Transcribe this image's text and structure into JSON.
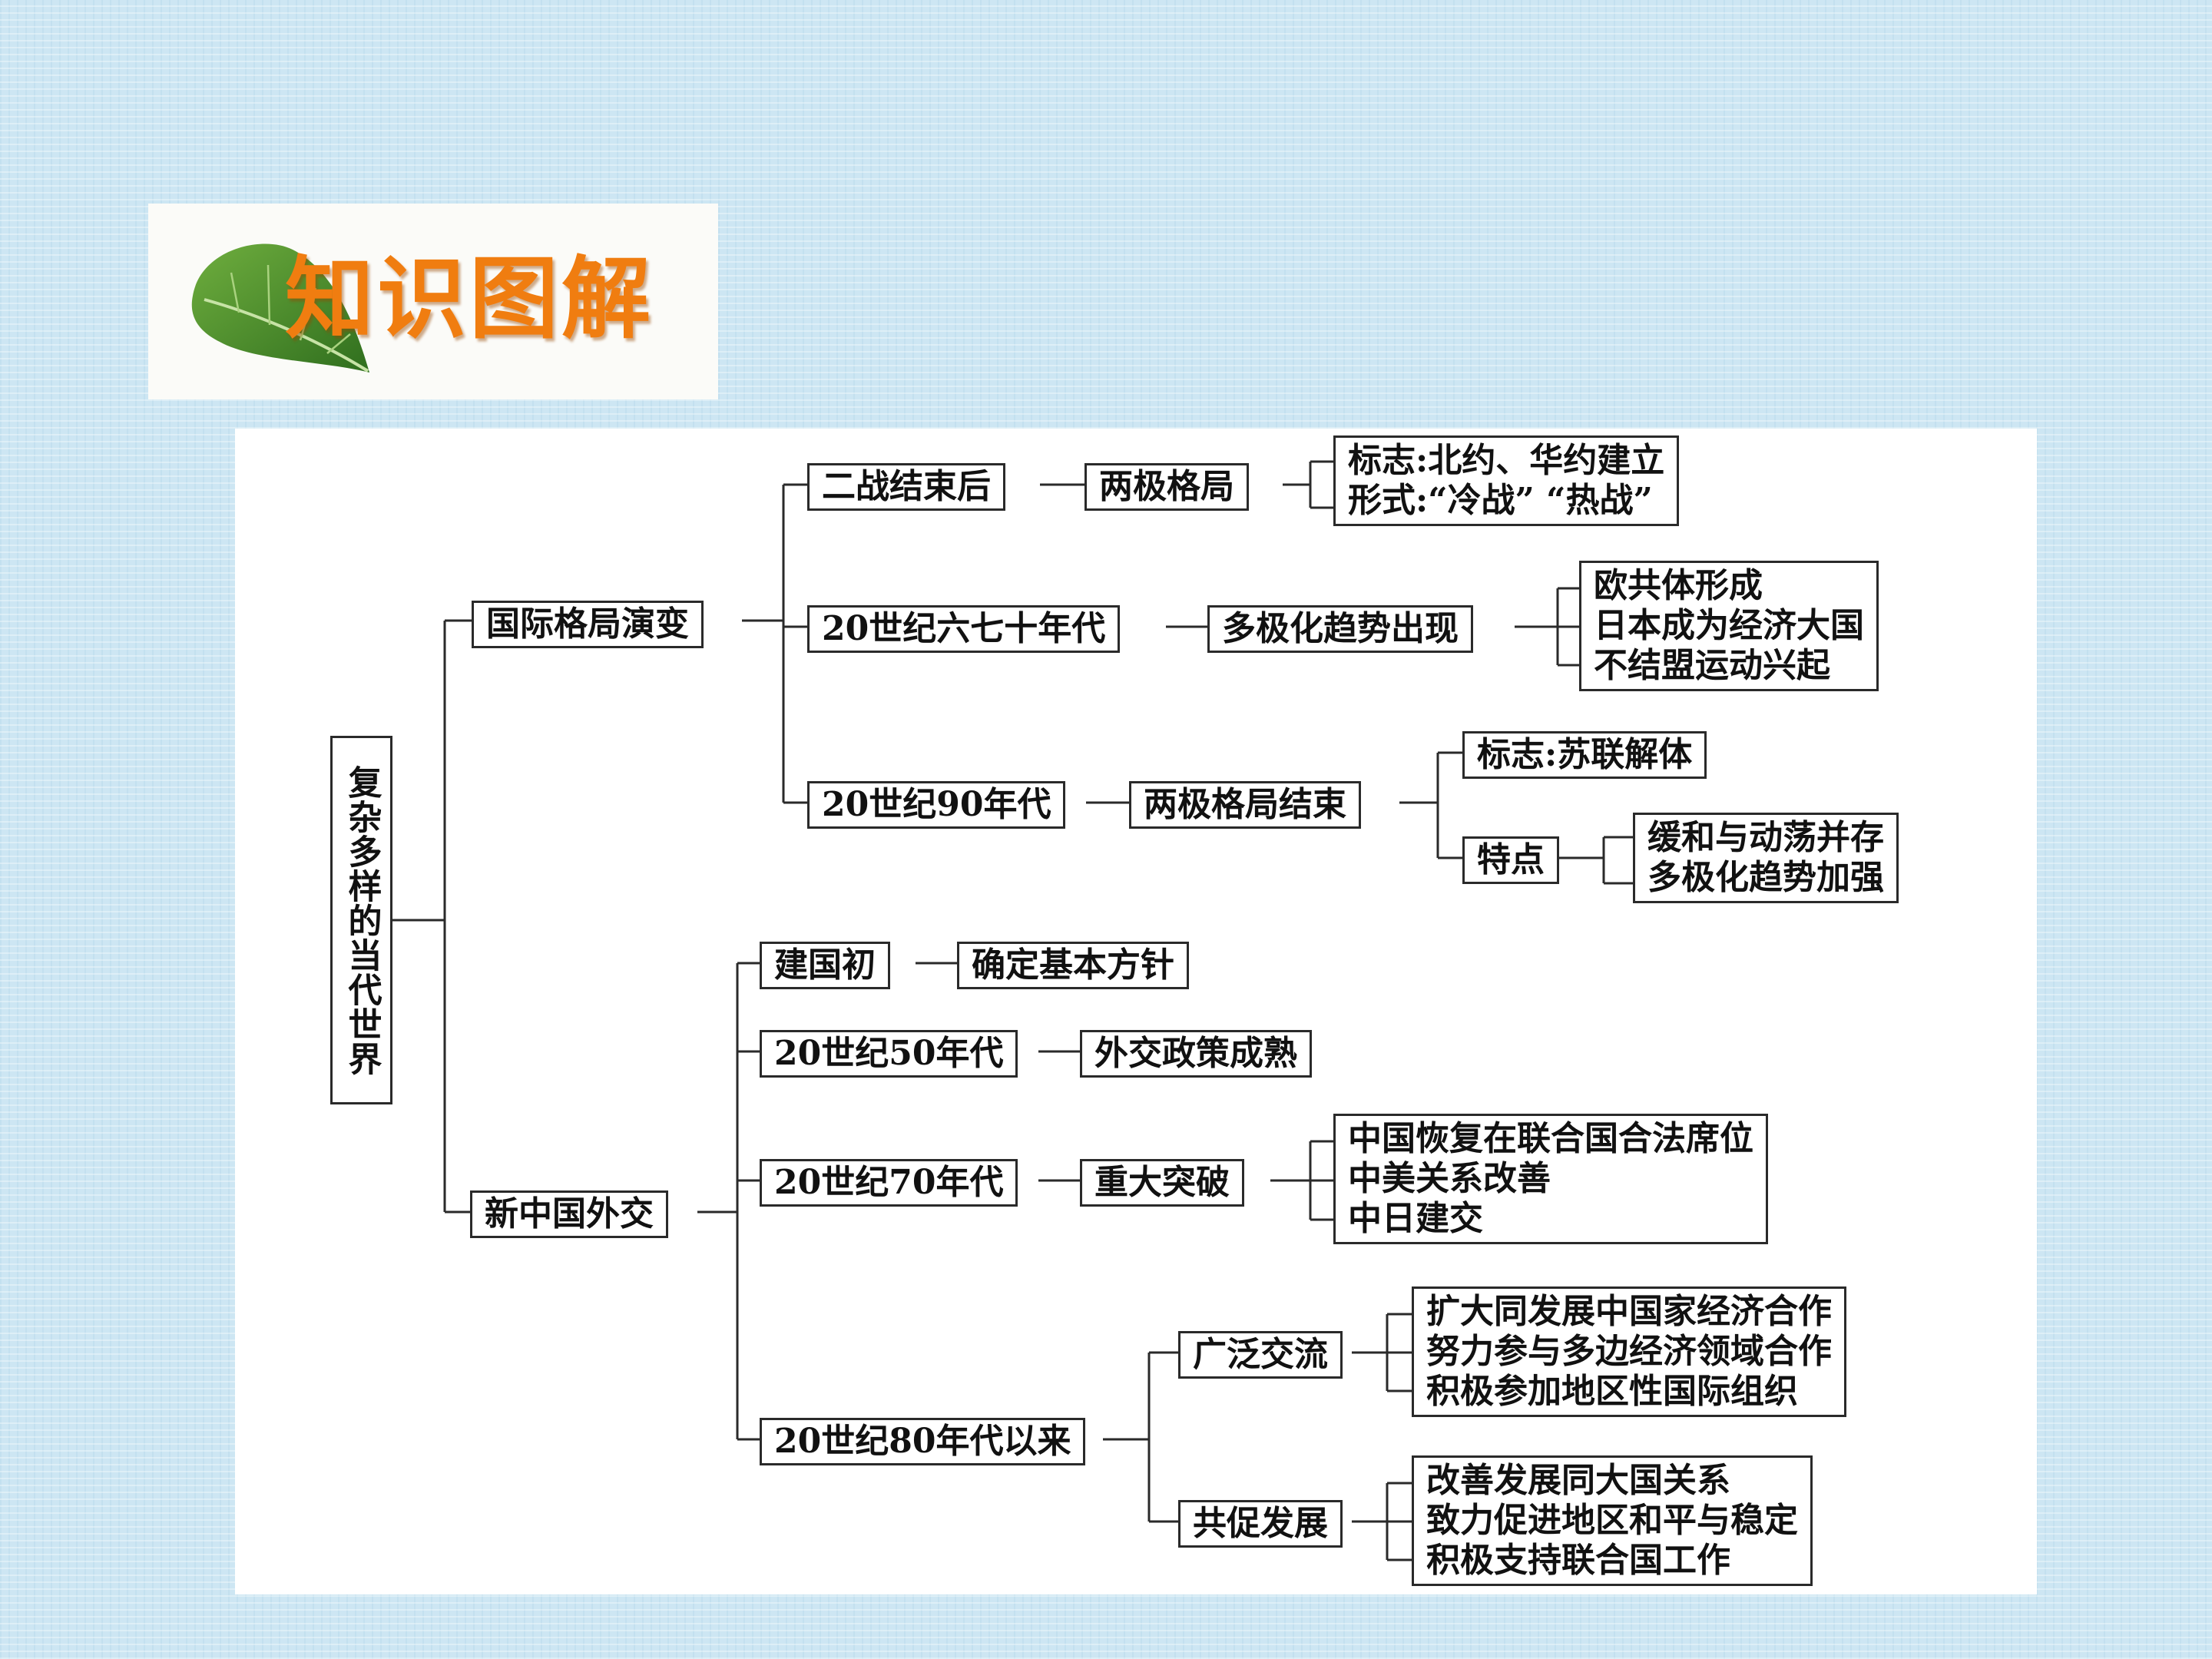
{
  "header": {
    "title": "知识图解"
  },
  "diagram": {
    "root": "复杂多样的当代世界",
    "branch1": {
      "label": "国际格局演变",
      "a": {
        "period": "二战结束后",
        "pattern": "两极格局",
        "details": [
          "标志:北约、华约建立",
          "形式:“冷战” “热战”"
        ]
      },
      "b": {
        "period": "20世纪六七十年代",
        "pattern": "多极化趋势出现",
        "details": [
          "欧共体形成",
          "日本成为经济大国",
          "不结盟运动兴起"
        ]
      },
      "c": {
        "period": "20世纪90年代",
        "pattern": "两极格局结束",
        "sign": "标志:苏联解体",
        "feature_label": "特点",
        "features": [
          "缓和与动荡并存",
          "多极化趋势加强"
        ]
      }
    },
    "branch2": {
      "label": "新中国外交",
      "a": {
        "period": "建国初",
        "item": "确定基本方针"
      },
      "b": {
        "period": "20世纪50年代",
        "item": "外交政策成熟"
      },
      "c": {
        "period": "20世纪70年代",
        "item": "重大突破",
        "details": [
          "中国恢复在联合国合法席位",
          "中美关系改善",
          "中日建交"
        ]
      },
      "d": {
        "period": "20世纪80年代以来",
        "exchange_label": "广泛交流",
        "exchange": [
          "扩大同发展中国家经济合作",
          "努力参与多边经济领域合作",
          "积极参加地区性国际组织"
        ],
        "develop_label": "共促发展",
        "develop": [
          "改善发展同大国关系",
          "致力促进地区和平与稳定",
          "积极支持联合国工作"
        ]
      }
    }
  },
  "colors": {
    "header_title": "#f07d10",
    "leaf": "#4f8f2e",
    "background": "#cde6f3",
    "line": "#2a2a2a"
  }
}
